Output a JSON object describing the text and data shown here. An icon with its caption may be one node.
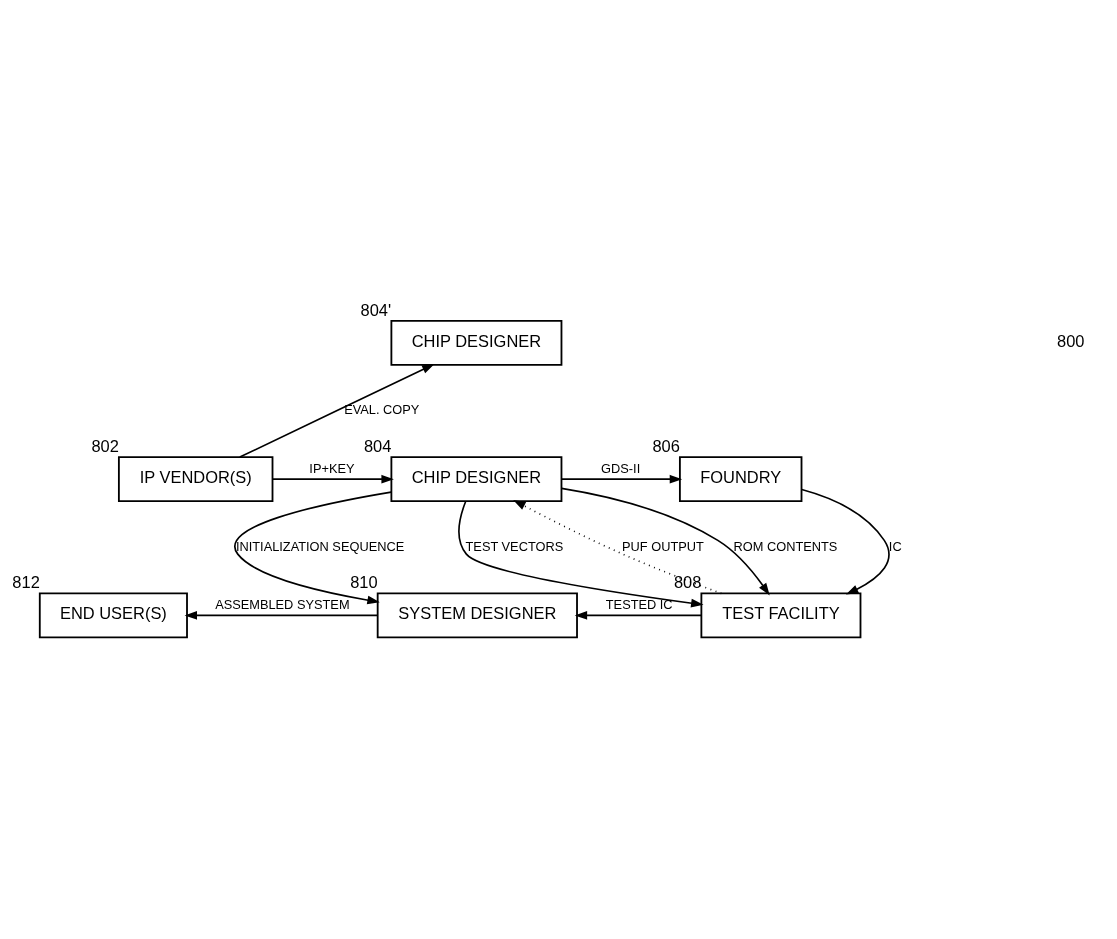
{
  "diagram": {
    "nodes": [
      {
        "text": [
          "CHIP DESIGNER"
        ],
        "beside": [
          "804'"
        ]
      },
      {
        "text": [
          "IP VENDOR(S)"
        ],
        "beside": [
          "802"
        ]
      },
      {
        "text": [
          "CHIP DESIGNER"
        ],
        "beside": [
          "804"
        ]
      },
      {
        "text": [
          "FOUNDRY"
        ],
        "beside": [
          "806"
        ]
      },
      {
        "text": [
          "END USER(S)"
        ],
        "beside": [
          "812"
        ]
      },
      {
        "text": [
          "SYSTEM DESIGNER"
        ],
        "beside": [
          "810"
        ]
      },
      {
        "text": [
          "TEST FACILITY"
        ],
        "beside": [
          "808"
        ]
      }
    ],
    "edges": [
      {
        "from": 1,
        "to": 0,
        "arrow": "to",
        "label": "EVAL. COPY"
      },
      {
        "from": 1,
        "to": 2,
        "arrow": "to",
        "label": "IP+KEY"
      },
      {
        "from": 2,
        "to": 3,
        "arrow": "to",
        "label": "GDS-II"
      },
      {
        "from": 3,
        "to": 6,
        "arrow": "to",
        "label": "IC"
      },
      {
        "from": 2,
        "to": 5,
        "arrow": "to",
        "label": "INITIALIZATION SEQUENCE"
      },
      {
        "from": 2,
        "to": 6,
        "arrow": "to",
        "label": "TEST VECTORS"
      },
      {
        "from": 2,
        "to": 6,
        "arrow": "to",
        "label": "ROM CONTENTS"
      },
      {
        "from": 6,
        "to": 2,
        "arrow": "to",
        "label": "PUF OUTPUT",
        "style": "dashed"
      },
      {
        "from": 6,
        "to": 5,
        "arrow": "to",
        "label": "TESTED IC"
      },
      {
        "from": 5,
        "to": 4,
        "arrow": "to",
        "label": "ASSEMBLED SYSTEM"
      }
    ],
    "labels": [
      "800"
    ]
  }
}
